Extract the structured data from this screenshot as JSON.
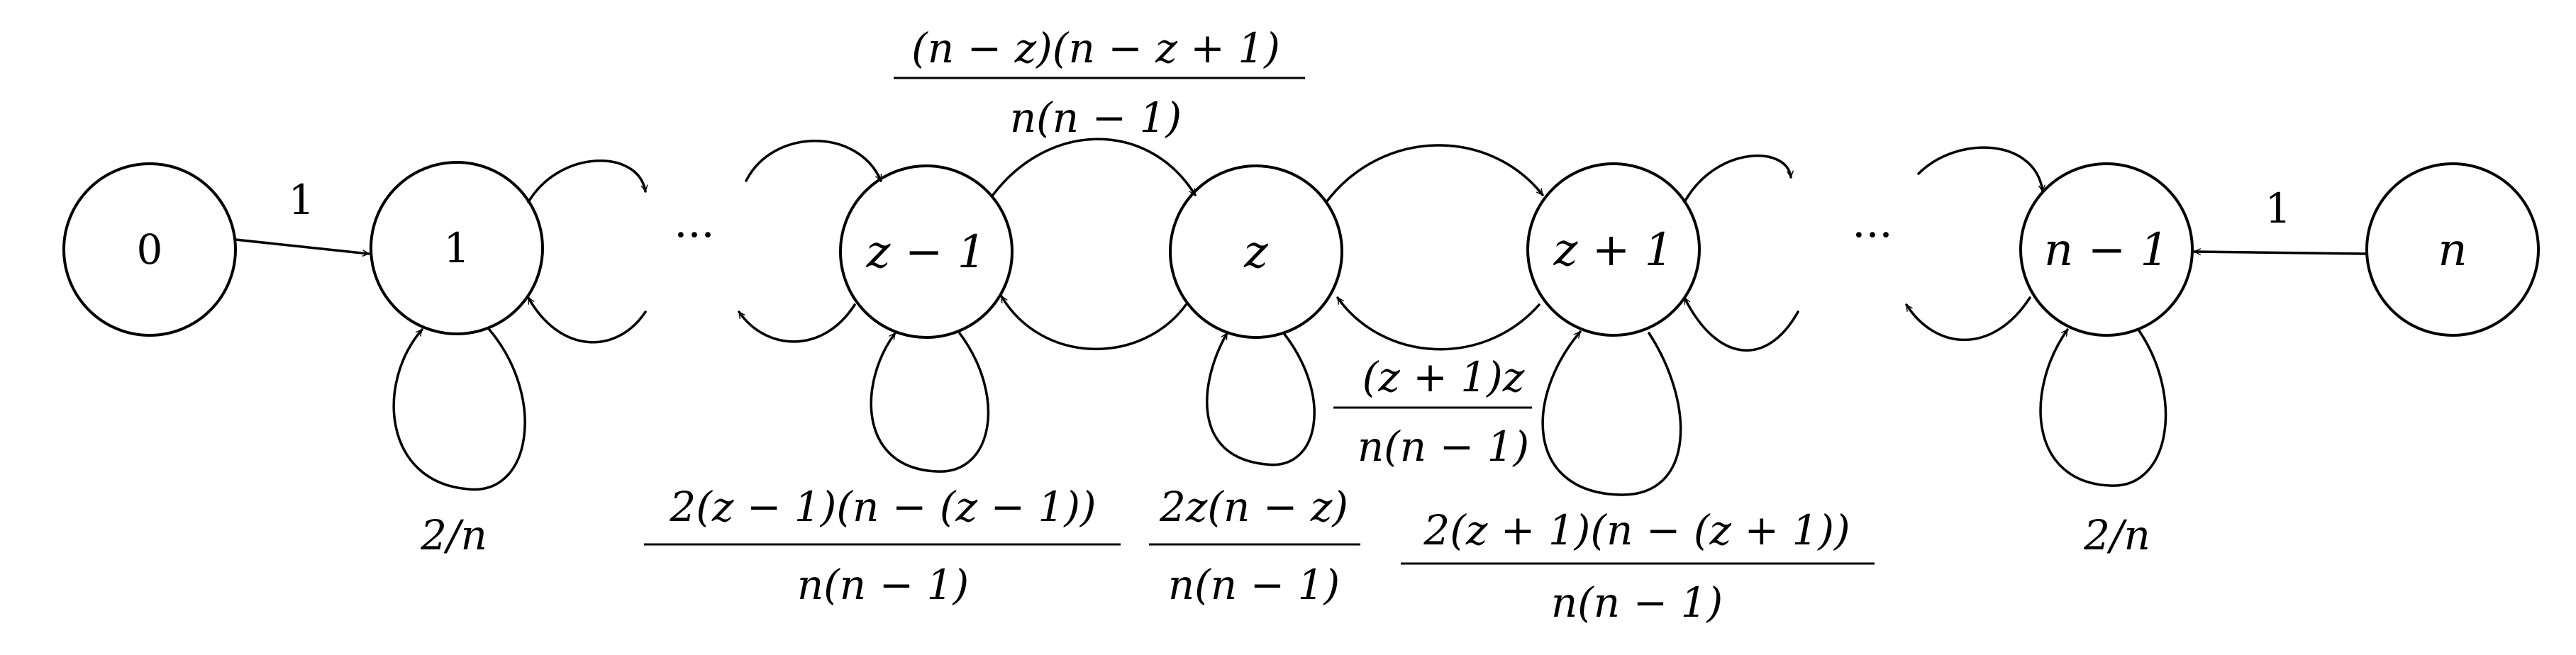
{
  "nodes": {
    "n0": "0",
    "n1": "1",
    "nzm1": "z − 1",
    "nz": "z",
    "nzp1": "z + 1",
    "nnm1": "n − 1",
    "nn": "n"
  },
  "ellipsis": "···",
  "edge_labels": {
    "e0_1": "1",
    "en_nm1": "1",
    "loop1": "2/n",
    "loopnm1": "2/n",
    "up_num": "(n − z)(n − z + 1)",
    "up_den": "n(n − 1)",
    "down_num": "(z + 1)z",
    "down_den": "n(n − 1)",
    "loopzm1_num": "2(z − 1)(n − (z − 1))",
    "loopzm1_den": "n(n − 1)",
    "loopz_num": "2z(n − z)",
    "loopz_den": "n(n − 1)",
    "loopzp1_num": "2(z + 1)(n − (z + 1))",
    "loopzp1_den": "n(n − 1)"
  }
}
